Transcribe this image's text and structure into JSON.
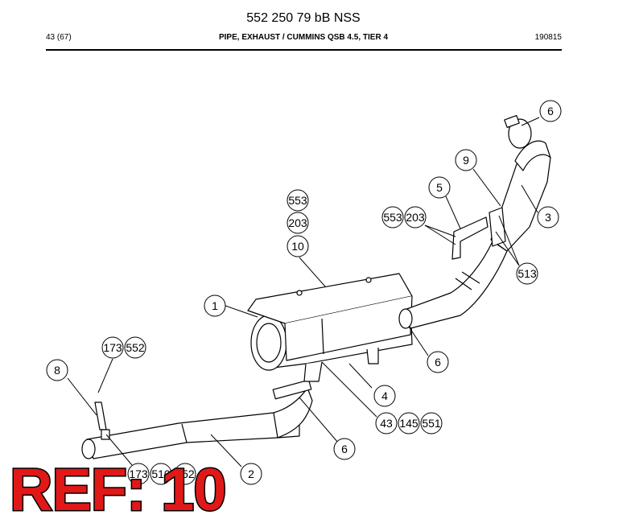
{
  "header": {
    "doc_number": "552 250 79 bB NSS",
    "page": "43 (67)",
    "title": "PIPE, EXHAUST / CUMMINS QSB 4.5, TIER 4",
    "date": "190815"
  },
  "callouts": [
    {
      "label": "6"
    },
    {
      "label": "9"
    },
    {
      "label": "5"
    },
    {
      "label": "553"
    },
    {
      "label": "203"
    },
    {
      "label": "3"
    },
    {
      "label": "553"
    },
    {
      "label": "203"
    },
    {
      "label": "10"
    },
    {
      "label": "513"
    },
    {
      "label": "1"
    },
    {
      "label": "173"
    },
    {
      "label": "552"
    },
    {
      "label": "6"
    },
    {
      "label": "8"
    },
    {
      "label": "4"
    },
    {
      "label": "43"
    },
    {
      "label": "145"
    },
    {
      "label": "551"
    },
    {
      "label": "6"
    },
    {
      "label": "2"
    },
    {
      "label": "173"
    },
    {
      "label": "510"
    },
    {
      "label": "552"
    }
  ],
  "stamp": {
    "text": "REF: 10",
    "color": "#e01818"
  }
}
